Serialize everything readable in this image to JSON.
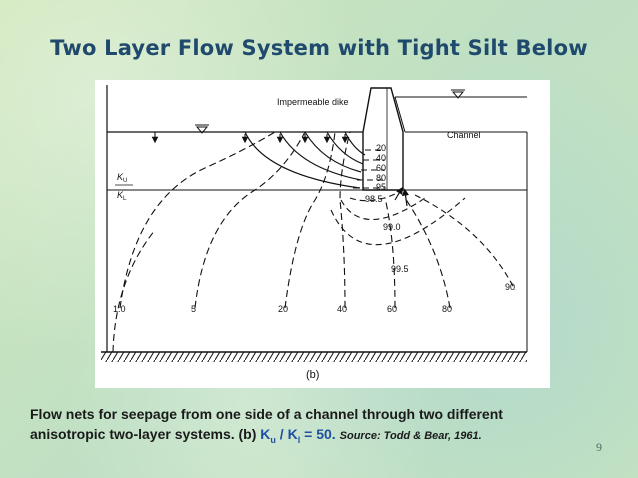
{
  "slide": {
    "title": "Two Layer Flow System with Tight Silt Below",
    "page_number": "9"
  },
  "figure": {
    "dike_label": "Impermeable dike",
    "channel_label": "Channel",
    "panel_label": "(b)",
    "layer_labels": {
      "upper": "K",
      "upper_sub": "U",
      "lower": "K",
      "lower_sub": "L"
    },
    "equipotential_labels": [
      "20",
      "40",
      "60",
      "80",
      "95",
      "98.5",
      "99.0",
      "99.5",
      "90"
    ],
    "flowline_labels": [
      "1.0",
      "5",
      "20",
      "40",
      "60",
      "80"
    ]
  },
  "caption": {
    "line1": "Flow nets for seepage from one side of a channel through two different",
    "line2_start": "anisotropic two-layer systems. (b) ",
    "ratio_k1": "K",
    "ratio_k1_sub": "u",
    "ratio_slash": " / ",
    "ratio_k2": "K",
    "ratio_k2_sub": "l",
    "ratio_end": " = 50.",
    "source": "Source: Todd & Bear, 1961."
  }
}
